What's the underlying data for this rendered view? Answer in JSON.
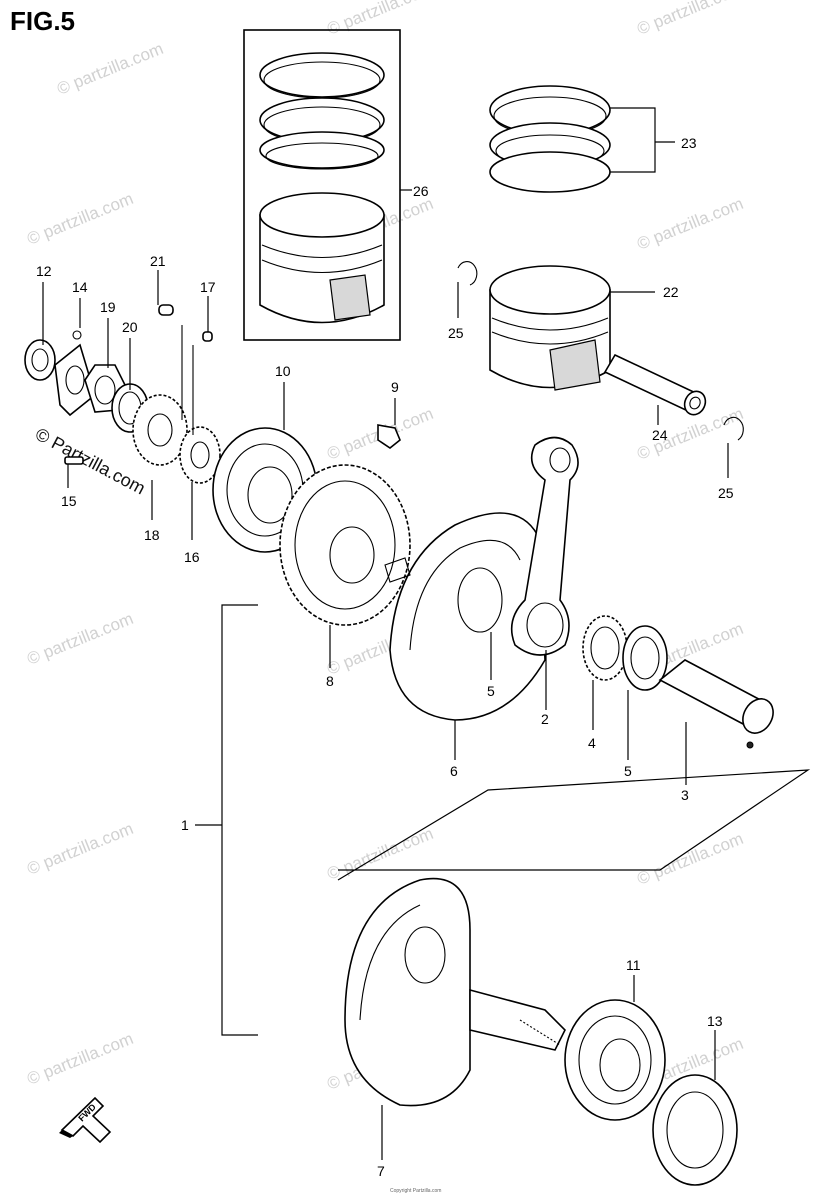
{
  "figure_title": "FIG.5",
  "watermark": {
    "text": "© partzilla.com",
    "prominent_text": "© Partzilla.com"
  },
  "footer_copyright": "Copyright Partzilla.com",
  "fwd_label": "FWD",
  "callouts": {
    "c1": "1",
    "c2": "2",
    "c3": "3",
    "c4": "4",
    "c5a": "5",
    "c5b": "5",
    "c6": "6",
    "c7": "7",
    "c8": "8",
    "c9": "9",
    "c10": "10",
    "c11": "11",
    "c12": "12",
    "c13": "13",
    "c14": "14",
    "c15": "15",
    "c16": "16",
    "c17": "17",
    "c18": "18",
    "c19": "19",
    "c20": "20",
    "c21": "21",
    "c22": "22",
    "c23": "23",
    "c24": "24",
    "c25a": "25",
    "c25b": "25",
    "c26": "26"
  }
}
